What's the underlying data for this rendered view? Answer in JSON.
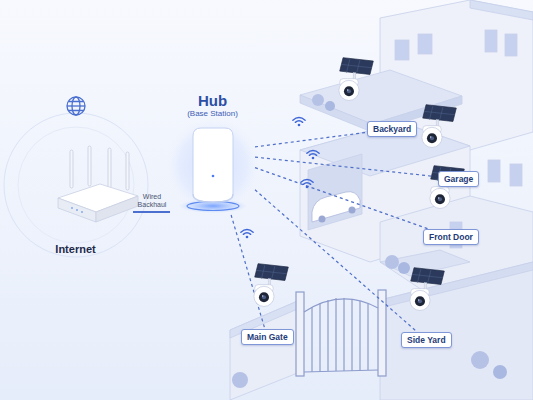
{
  "diagram": {
    "nodes": [
      {
        "text": [
          "Internet"
        ]
      },
      {
        "text": [
          "Hub",
          "(Base Station)"
        ]
      },
      {
        "text": [
          "Backyard"
        ]
      },
      {
        "text": [
          "Garage"
        ]
      },
      {
        "text": [
          "Front Door"
        ]
      },
      {
        "text": [
          "Main Gate"
        ]
      },
      {
        "text": [
          "Side Yard"
        ]
      }
    ],
    "edges": [
      {
        "from": 0,
        "to": 1,
        "label": "Wired Backhaul",
        "arrow": "none"
      },
      {
        "from": 1,
        "to": 2,
        "arrow": "none"
      },
      {
        "from": 1,
        "to": 3,
        "arrow": "none"
      },
      {
        "from": 1,
        "to": 4,
        "arrow": "none"
      },
      {
        "from": 1,
        "to": 5,
        "arrow": "none"
      },
      {
        "from": 1,
        "to": 6,
        "arrow": "none"
      }
    ]
  }
}
